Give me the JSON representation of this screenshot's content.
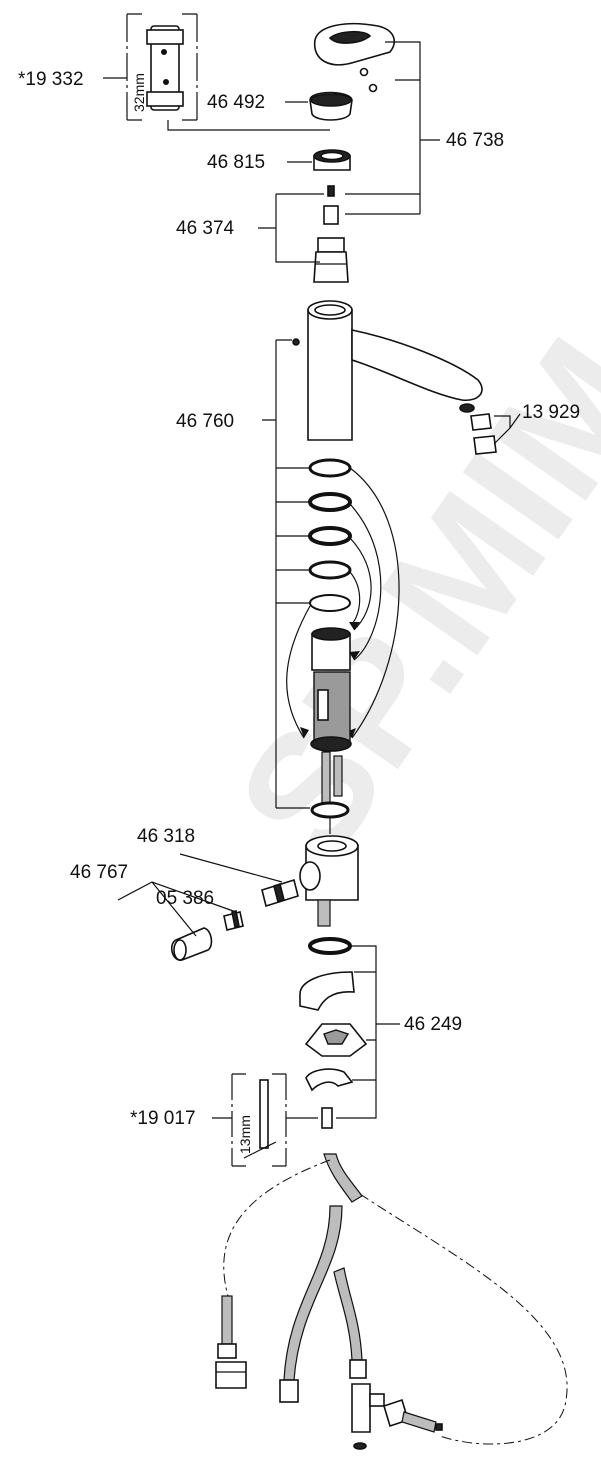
{
  "watermark": "SP.MIM",
  "parts": {
    "p19332": "*19 332",
    "p19332_size": "32mm",
    "p46492": "46 492",
    "p46738": "46 738",
    "p46815": "46 815",
    "p46374": "46 374",
    "p46760": "46 760",
    "p13929": "13 929",
    "p46318": "46 318",
    "p46767": "46 767",
    "p05386": "05 386",
    "p46249": "46 249",
    "p19017": "*19 017",
    "p19017_size": "13mm"
  }
}
